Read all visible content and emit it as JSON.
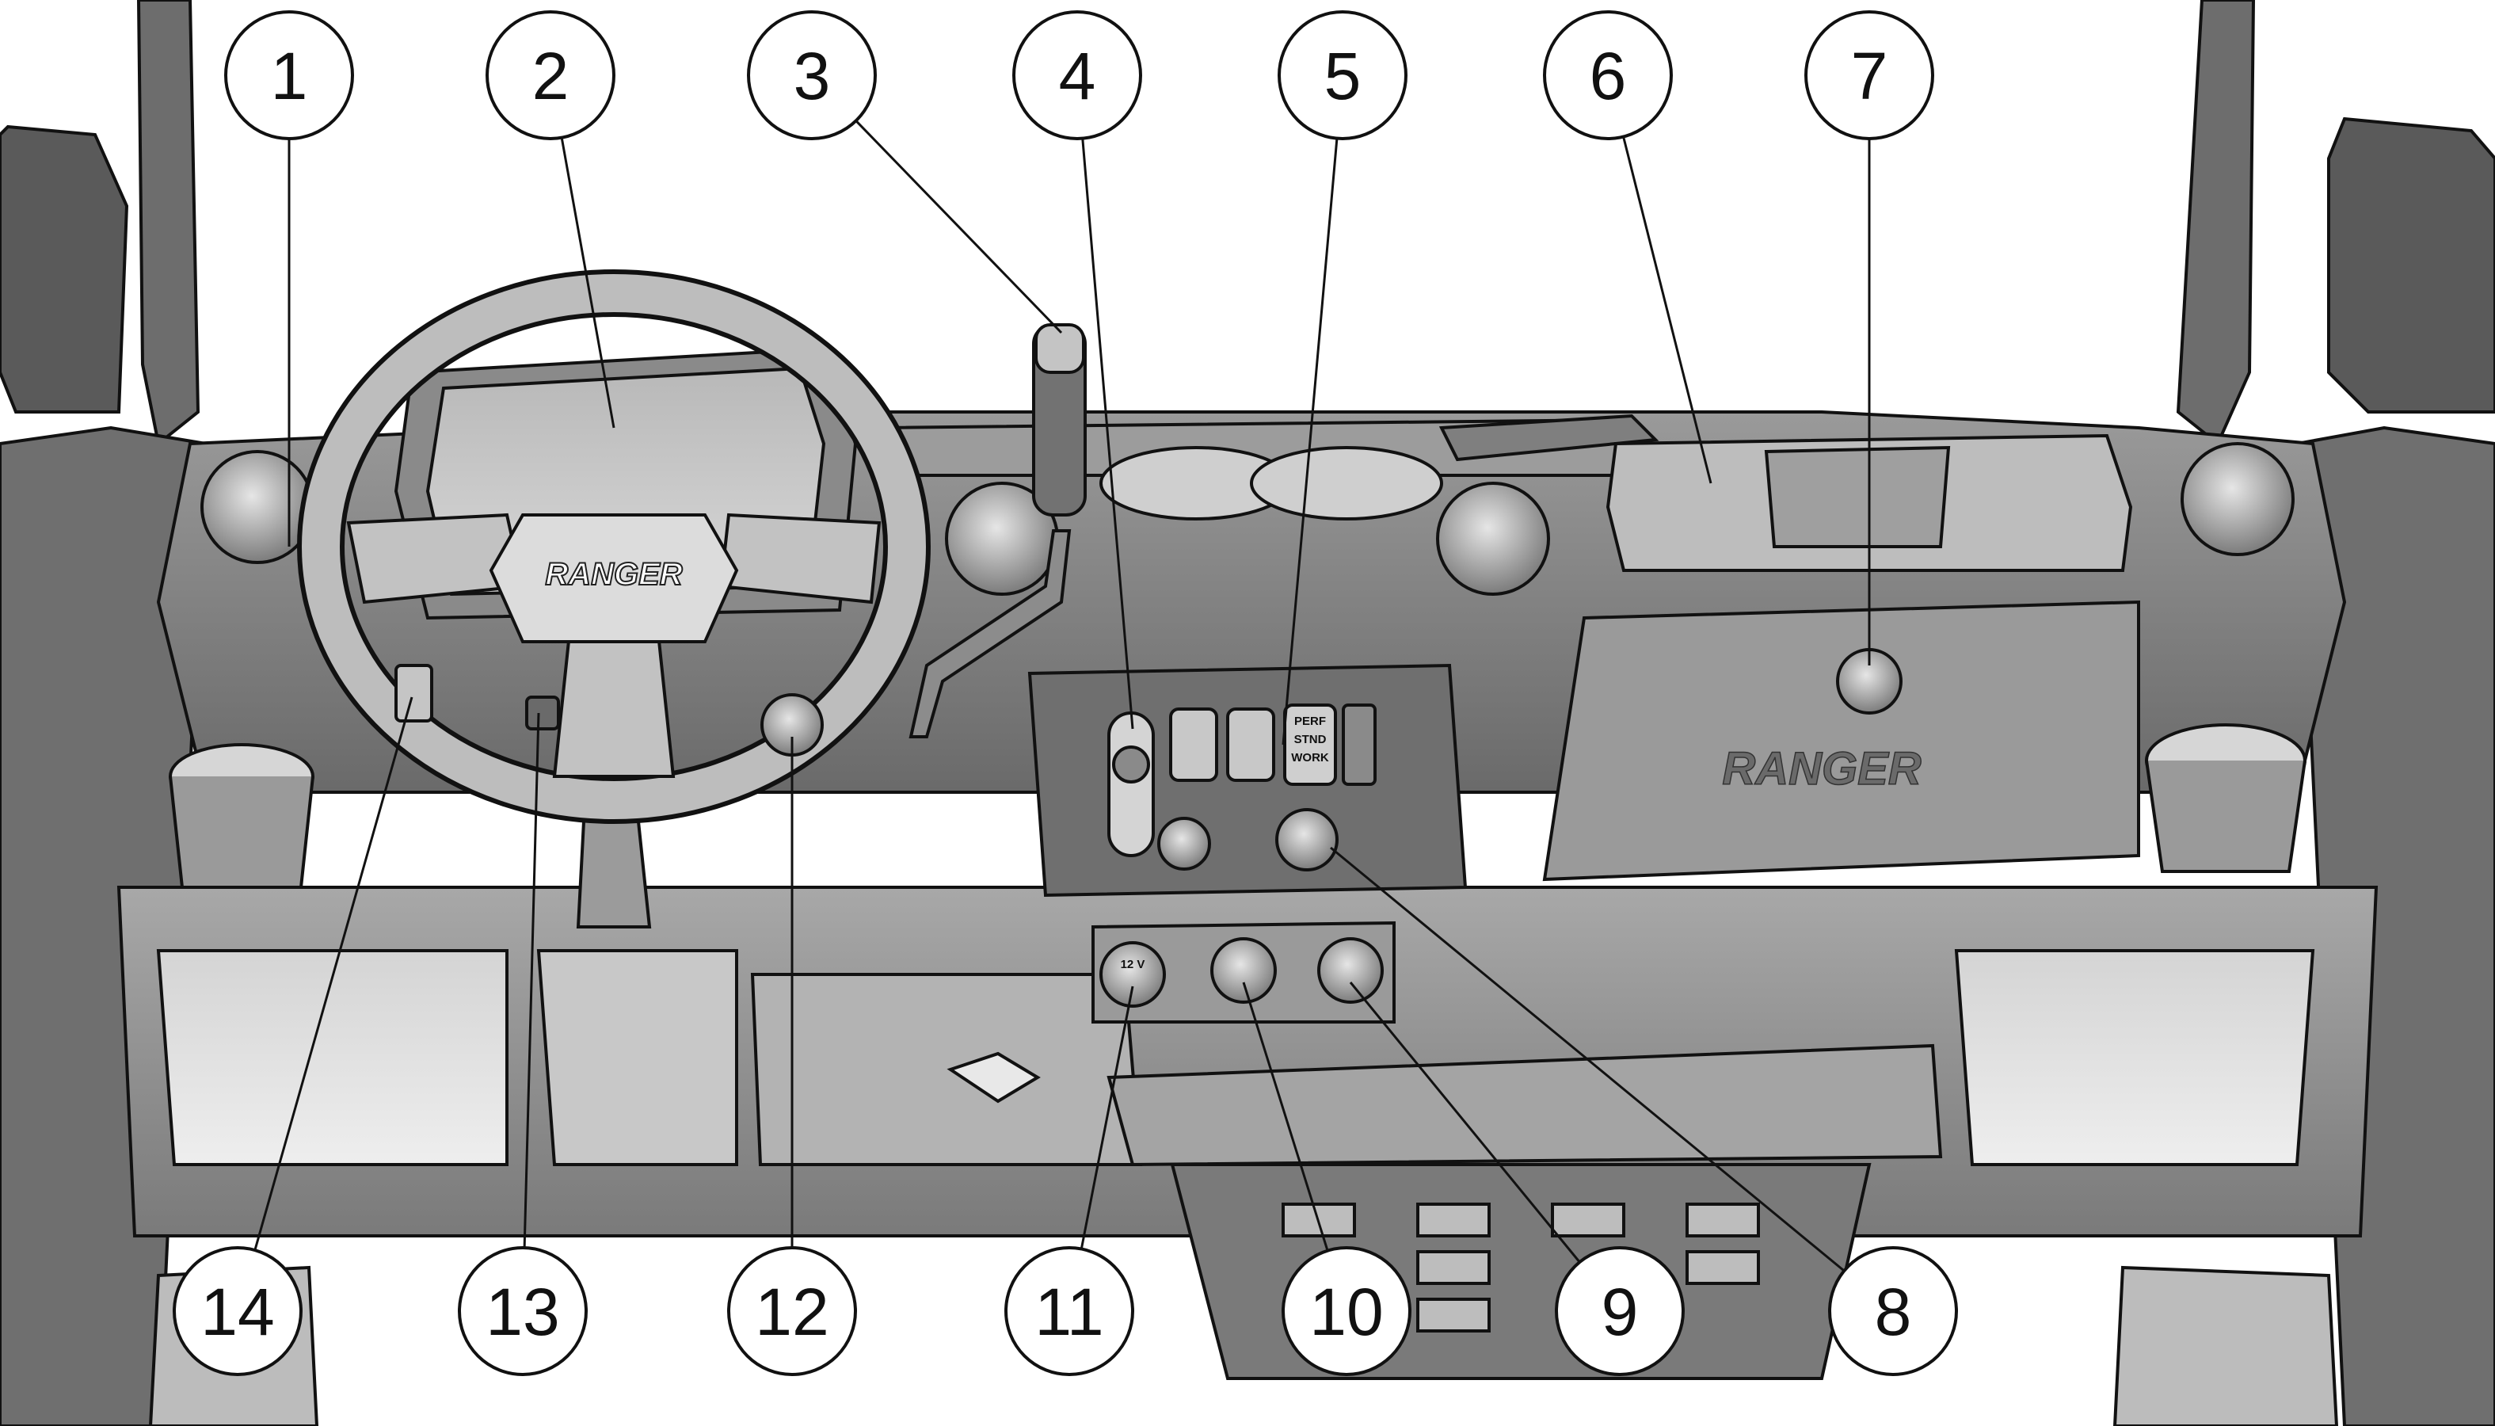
{
  "callouts": [
    {
      "num": "1",
      "part": "left-dash-vent"
    },
    {
      "num": "2",
      "part": "instrument-cluster"
    },
    {
      "num": "3",
      "part": "gear-shift-lever"
    },
    {
      "num": "4",
      "part": "ignition-key-switch"
    },
    {
      "num": "5",
      "part": "drive-mode-switch"
    },
    {
      "num": "6",
      "part": "upper-storage-compartment"
    },
    {
      "num": "7",
      "part": "glove-box-latch"
    },
    {
      "num": "8",
      "part": "control-knobs"
    },
    {
      "num": "9",
      "part": "usb-port"
    },
    {
      "num": "10",
      "part": "center-accessory-outlet"
    },
    {
      "num": "11",
      "part": "12v-outlet"
    },
    {
      "num": "12",
      "part": "steering-tilt-knob"
    },
    {
      "num": "13",
      "part": "horn-light-switch"
    },
    {
      "num": "14",
      "part": "steering-column-switch"
    }
  ],
  "brand": {
    "wheel_logo": "RANGER",
    "glovebox_logo": "RANGER"
  },
  "switch_labels": {
    "perf": "PERF",
    "stnd": "STND",
    "work": "WORK"
  },
  "outlet_labels": {
    "left": "12 V"
  },
  "colors": {
    "line": "#111111",
    "body_dark": "#5c5c5c",
    "body_mid": "#8f8f8f",
    "body_light": "#c4c4c4",
    "background": "#ffffff"
  }
}
